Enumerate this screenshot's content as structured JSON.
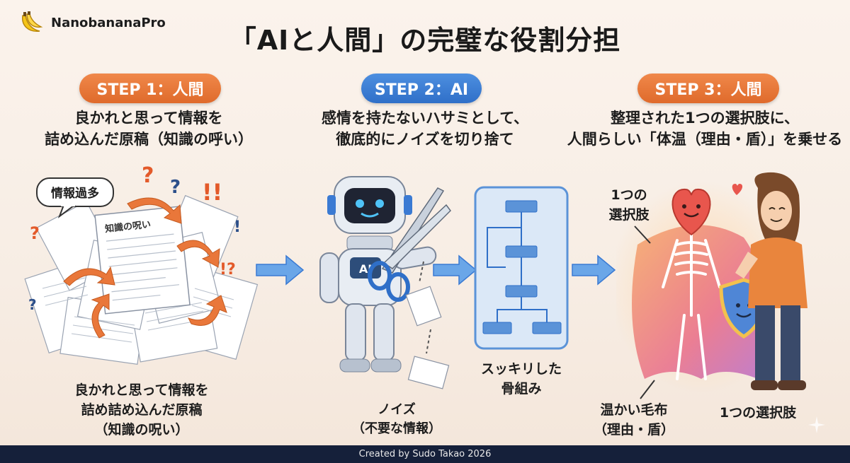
{
  "brand": {
    "name": "NanobananaPro",
    "logo_icon": "banana-icon"
  },
  "title": "「AIと人間」の完璧な役割分担",
  "steps": [
    {
      "badge": "STEP 1：人間",
      "desc_lines": [
        "良かれと思って情報を",
        "詰め込んだ原稿（知識の呼い）"
      ],
      "bubble": "情報過多",
      "doc_title": "知識の呪い",
      "caption_lines": [
        "良かれと思って情報を",
        "詰め詰め込んだ原稿",
        "（知識の呪い）"
      ],
      "color": "#e4722f"
    },
    {
      "badge": "STEP 2：AI",
      "desc_lines": [
        "感情を持たないハサミとして、",
        "徹底的にノイズを切り捨て"
      ],
      "robot_chest": "AI",
      "noise_caption_lines": [
        "ノイズ",
        "（不要な情報）"
      ],
      "skeleton_caption_lines": [
        "スッキリした",
        "骨組み"
      ],
      "color": "#3a7ad3"
    },
    {
      "badge": "STEP 3：人間",
      "desc_lines": [
        "整理された1つの選択肢に、",
        "人間らしい「体温（理由・盾）」を乗せる"
      ],
      "heart_label_lines": [
        "1つの",
        "選択肢"
      ],
      "blanket_caption_lines": [
        "温かい毛布",
        "（理由・盾）"
      ],
      "choice_caption": "1つの選択肢",
      "color": "#e4722f"
    }
  ],
  "footer": "Created by Sudo Takao 2026"
}
